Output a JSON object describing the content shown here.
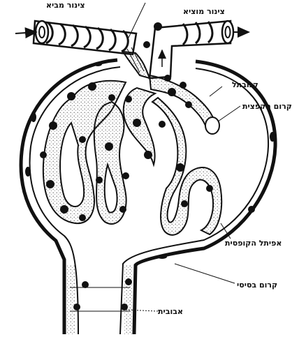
{
  "labels": {
    "afferent": "צינור מביא",
    "efferent": "צינור מוציא",
    "capillary": "קנובתל",
    "capillary_wall": "קרום הקפצית",
    "capsule_epithelium": "אפיתל הקופסית",
    "basement_membrane": "קרום בסיסי",
    "cell": "אבובית"
  },
  "colors": {
    "ink": "#111111",
    "paper": "#ffffff"
  }
}
